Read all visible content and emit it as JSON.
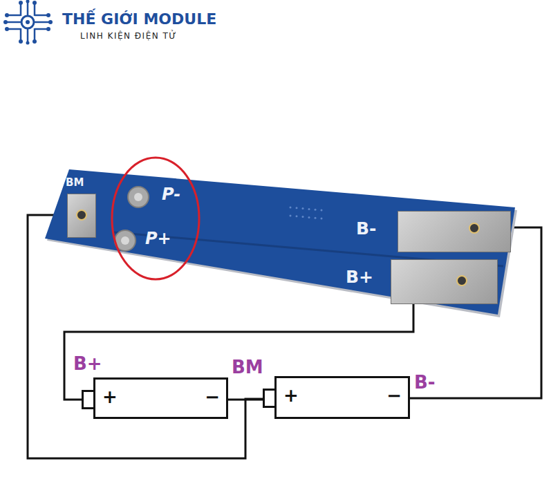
{
  "diagram": {
    "nodes": [
      {
        "text": [
          "P-",
          "P+"
        ]
      },
      {
        "text": [
          "BM"
        ],
        "in": 0
      },
      {
        "text": [
          "B-"
        ],
        "in": 0
      },
      {
        "text": [
          "B+"
        ],
        "in": 0
      },
      {
        "text": [
          "+",
          "−"
        ]
      },
      {
        "text": [
          "+",
          "−"
        ]
      }
    ],
    "edges": [
      {
        "from": 1,
        "to": 5,
        "arrow": "none"
      },
      {
        "from": 3,
        "to": 4,
        "arrow": "none"
      },
      {
        "from": 2,
        "to": 5,
        "arrow": "none"
      },
      {
        "from": 4,
        "to": 5,
        "arrow": "none"
      }
    ],
    "labels": [
      "THẾ GIỚI MODULE",
      "LINH KIỆN ĐIỆN TỬ",
      "B+",
      "BM",
      "B-"
    ]
  }
}
